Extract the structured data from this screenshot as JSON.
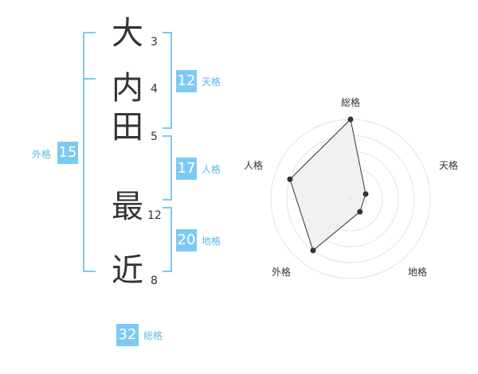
{
  "name": {
    "chars": [
      {
        "char": "大",
        "strokes": "3"
      },
      {
        "char": "内",
        "strokes": "4"
      },
      {
        "char": "田",
        "strokes": "5"
      },
      {
        "char": "最",
        "strokes": "12"
      },
      {
        "char": "近",
        "strokes": "8"
      }
    ]
  },
  "fortunes": {
    "tenkaku": {
      "value": "12",
      "label": "天格"
    },
    "jinkaku": {
      "value": "17",
      "label": "人格"
    },
    "chikaku": {
      "value": "20",
      "label": "地格"
    },
    "gaikaku": {
      "value": "15",
      "label": "外格"
    },
    "soukaku": {
      "value": "32",
      "label": "総格"
    }
  },
  "chart_data": {
    "type": "radar",
    "axes": [
      "総格",
      "天格",
      "地格",
      "外格",
      "人格"
    ],
    "values": [
      5,
      1,
      1,
      4,
      4
    ],
    "max": 5,
    "rings": 5,
    "fill_color": "#f0f0f0",
    "line_color": "#333333"
  },
  "colors": {
    "accent": "#7ccaf2",
    "label_accent": "#5ab8e8"
  }
}
